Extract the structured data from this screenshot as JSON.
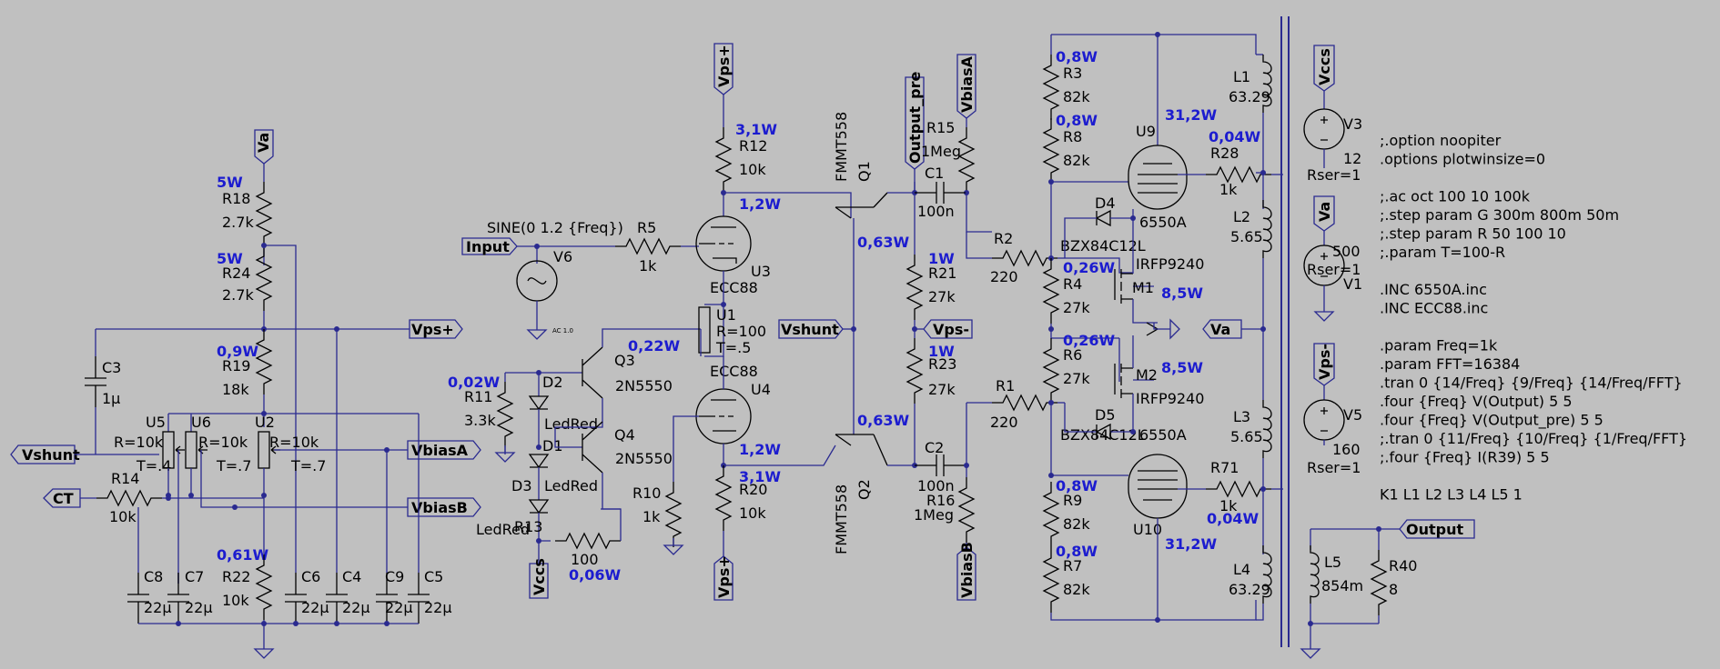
{
  "labels": {
    "vps_plus": "Vps+",
    "va": "Va",
    "vshunt": "Vshunt",
    "vbiasA": "VbiasA",
    "vbiasB": "VbiasB",
    "ct": "CT",
    "input": "Input",
    "vccs": "Vccs",
    "output_pre": "Output_pre",
    "vps_minus": "Vps-",
    "output": "Output"
  },
  "components": {
    "r18": {
      "name": "R18",
      "value": "2.7k",
      "power": "5W"
    },
    "r24": {
      "name": "R24",
      "value": "2.7k",
      "power": "5W"
    },
    "r19": {
      "name": "R19",
      "value": "18k",
      "power": "0,9W"
    },
    "r22": {
      "name": "R22",
      "value": "10k",
      "power": "0,61W"
    },
    "r14": {
      "name": "R14",
      "value": "10k"
    },
    "c3": {
      "name": "C3",
      "value": "1µ"
    },
    "u5": {
      "name": "U5",
      "r": "R=10k",
      "t": "T=.4"
    },
    "u6": {
      "name": "U6",
      "r": "R=10k",
      "t": "T=.7"
    },
    "u2": {
      "name": "U2",
      "r": "R=10k",
      "t": "T=.7"
    },
    "c8": {
      "name": "C8",
      "value": "22µ"
    },
    "c7": {
      "name": "C7",
      "value": "22µ"
    },
    "c6": {
      "name": "C6",
      "value": "22µ"
    },
    "c4": {
      "name": "C4",
      "value": "22µ"
    },
    "c9": {
      "name": "C9",
      "value": "22µ"
    },
    "c5": {
      "name": "C5",
      "value": "22µ"
    },
    "v6": {
      "name": "V6",
      "value": "SINE(0 1.2 {Freq})",
      "ac": "AC 1.0"
    },
    "r5": {
      "name": "R5",
      "value": "1k"
    },
    "r11": {
      "name": "R11",
      "value": "3.3k",
      "power": "0,02W"
    },
    "d2": {
      "name": "D2",
      "value": "LedRed"
    },
    "d1": {
      "name": "D1",
      "value": "LedRed"
    },
    "d3": {
      "name": "D3",
      "value": "LedRed"
    },
    "q3": {
      "name": "Q3",
      "value": "2N5550",
      "power": "0,22W"
    },
    "q4": {
      "name": "Q4",
      "value": "2N5550"
    },
    "r13": {
      "name": "R13",
      "value": "100",
      "power": "0,06W"
    },
    "r12": {
      "name": "R12",
      "value": "10k",
      "power": "3,1W"
    },
    "u3": {
      "name": "U3",
      "value": "ECC88",
      "power": "1,2W"
    },
    "u1": {
      "name": "U1",
      "r": "R=100",
      "t": "T=.5"
    },
    "u4": {
      "name": "U4",
      "value": "ECC88",
      "power": "1,2W"
    },
    "r10": {
      "name": "R10",
      "value": "1k"
    },
    "r20": {
      "name": "R20",
      "value": "10k",
      "power": "3,1W"
    },
    "q1": {
      "name": "Q1",
      "value": "FMMT558",
      "power": "0,63W"
    },
    "q2": {
      "name": "Q2",
      "value": "FMMT558",
      "power": "0,63W"
    },
    "r15": {
      "name": "R15",
      "value": "1Meg"
    },
    "c1": {
      "name": "C1",
      "value": "100n"
    },
    "r21": {
      "name": "R21",
      "value": "27k",
      "power": "1W"
    },
    "r23": {
      "name": "R23",
      "value": "27k",
      "power": "1W"
    },
    "c2": {
      "name": "C2",
      "value": "100n"
    },
    "r16": {
      "name": "R16",
      "value": "1Meg"
    },
    "r2": {
      "name": "R2",
      "value": "220"
    },
    "r1": {
      "name": "R1",
      "value": "220"
    },
    "r3": {
      "name": "R3",
      "value": "82k",
      "power": "0,8W"
    },
    "r8": {
      "name": "R8",
      "value": "82k",
      "power": "0,8W"
    },
    "r4": {
      "name": "R4",
      "value": "27k",
      "power": "0,26W"
    },
    "r6": {
      "name": "R6",
      "value": "27k",
      "power": "0,26W"
    },
    "r9": {
      "name": "R9",
      "value": "82k",
      "power": "0,8W"
    },
    "r7": {
      "name": "R7",
      "value": "82k",
      "power": "0,8W"
    },
    "d4": {
      "name": "D4",
      "value": "BZX84C12L"
    },
    "d5": {
      "name": "D5",
      "value": "BZX84C12L"
    },
    "m1": {
      "name": "M1",
      "value": "IRFP9240",
      "power": "8,5W"
    },
    "m2": {
      "name": "M2",
      "value": "IRFP9240",
      "power": "8,5W"
    },
    "u9": {
      "name": "U9",
      "value": "6550A",
      "power": "31,2W"
    },
    "u10": {
      "name": "U10",
      "value": "6550A",
      "power": "31,2W"
    },
    "r28": {
      "name": "R28",
      "value": "1k",
      "power": "0,04W"
    },
    "r71": {
      "name": "R71",
      "value": "1k",
      "power": "0,04W"
    },
    "l1": {
      "name": "L1",
      "value": "63.29"
    },
    "l2": {
      "name": "L2",
      "value": "5.65"
    },
    "l3": {
      "name": "L3",
      "value": "5.65"
    },
    "l4": {
      "name": "L4",
      "value": "63.29"
    },
    "l5": {
      "name": "L5",
      "value": "854m"
    },
    "r40": {
      "name": "R40",
      "value": "8"
    },
    "v3": {
      "name": "V3",
      "value": "12",
      "rser": "Rser=1"
    },
    "v1": {
      "name": "V1",
      "value": "500",
      "rser": "Rser=1"
    },
    "v5": {
      "name": "V5",
      "value": "160",
      "rser": "Rser=1"
    }
  },
  "directives": [
    ";.option noopiter",
    ".options plotwinsize=0",
    "",
    ";.ac oct 100 10 100k",
    ";.step param G 300m 800m 50m",
    ";.step param R 50 100 10",
    ";.param T=100-R",
    "",
    ".INC 6550A.inc",
    ".INC ECC88.inc",
    "",
    ".param Freq=1k",
    ".param FFT=16384",
    ".tran 0 {14/Freq} {9/Freq} {14/Freq/FFT}",
    ".four {Freq} V(Output) 5 5",
    ".four {Freq} V(Output_pre) 5 5",
    ";.tran 0 {11/Freq} {10/Freq} {1/Freq/FFT}",
    ";.four {Freq} I(R39) 5 5",
    "",
    "K1 L1 L2 L3 L4 L5 1"
  ]
}
